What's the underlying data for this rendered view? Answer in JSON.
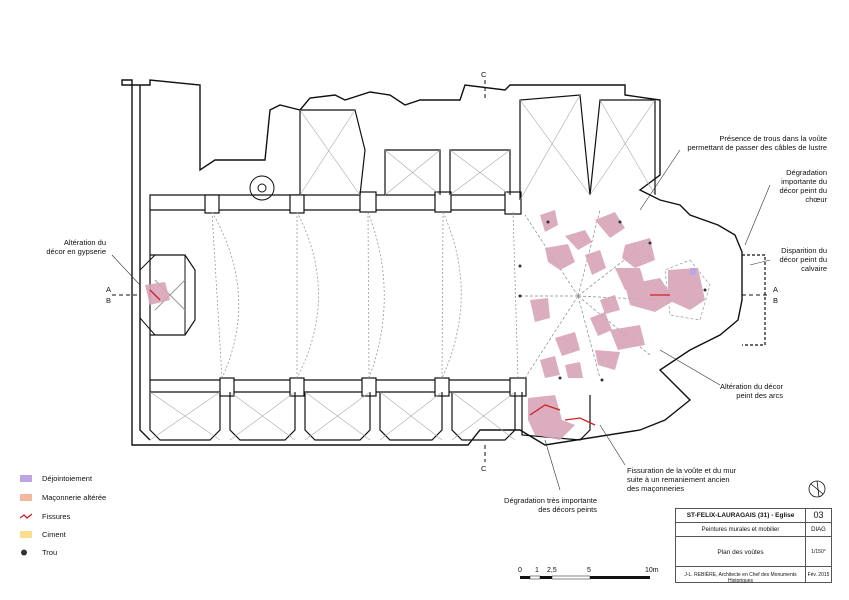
{
  "section_marks": {
    "c_top": "C",
    "c_bottom": "C",
    "a_left": "A",
    "b_left": "B",
    "a_right": "A",
    "b_right": "B"
  },
  "annotations": {
    "gypserie": [
      "Altération du",
      "décor en gypserie"
    ],
    "trous": [
      "Présence de trous dans la voûte",
      "permettant de passer des câbles de lustre"
    ],
    "choeur": [
      "Dégradation",
      "importante du",
      "décor peint du",
      "chœur"
    ],
    "calvaire": [
      "Disparition du",
      "décor peint du",
      "calvaire"
    ],
    "arcs": [
      "Altération du décor",
      "peint des arcs"
    ],
    "fissuration": [
      "Fissuration de la voûte et du mur",
      "suite à un remaniement ancien",
      "des maçonneries"
    ],
    "decors": [
      "Dégradation très importante",
      "des décors peints"
    ]
  },
  "legend": [
    {
      "label": "Déjointoiement",
      "color": "#b9a6e3",
      "kind": "swatch"
    },
    {
      "label": "Maçonnerie altérée",
      "color": "#f2b9a0",
      "kind": "swatch"
    },
    {
      "label": "Fissures",
      "color": "#d21f26",
      "kind": "crack"
    },
    {
      "label": "Ciment",
      "color": "#f7df8e",
      "kind": "swatch"
    },
    {
      "label": "Trou",
      "color": "#333333",
      "kind": "dot"
    }
  ],
  "colors": {
    "degradation": "#d7a4b8",
    "crack": "#d21f26",
    "wall": "#111111"
  },
  "titleblock": {
    "title": "ST-FELIX-LAURAGAIS (31) - Eglise",
    "number": "03",
    "subtitle": "Peintures murales et mobilier",
    "phase": "DIAG",
    "drawing": "Plan des voûtes",
    "scale": "1/150°",
    "architect": "J-L. REBIÈRE, Architecte en Chef des Monuments Historiques",
    "date": "Fév. 2015"
  },
  "scale_bar": {
    "labels": [
      "0",
      "1",
      "2,5",
      "5",
      "10m"
    ]
  }
}
